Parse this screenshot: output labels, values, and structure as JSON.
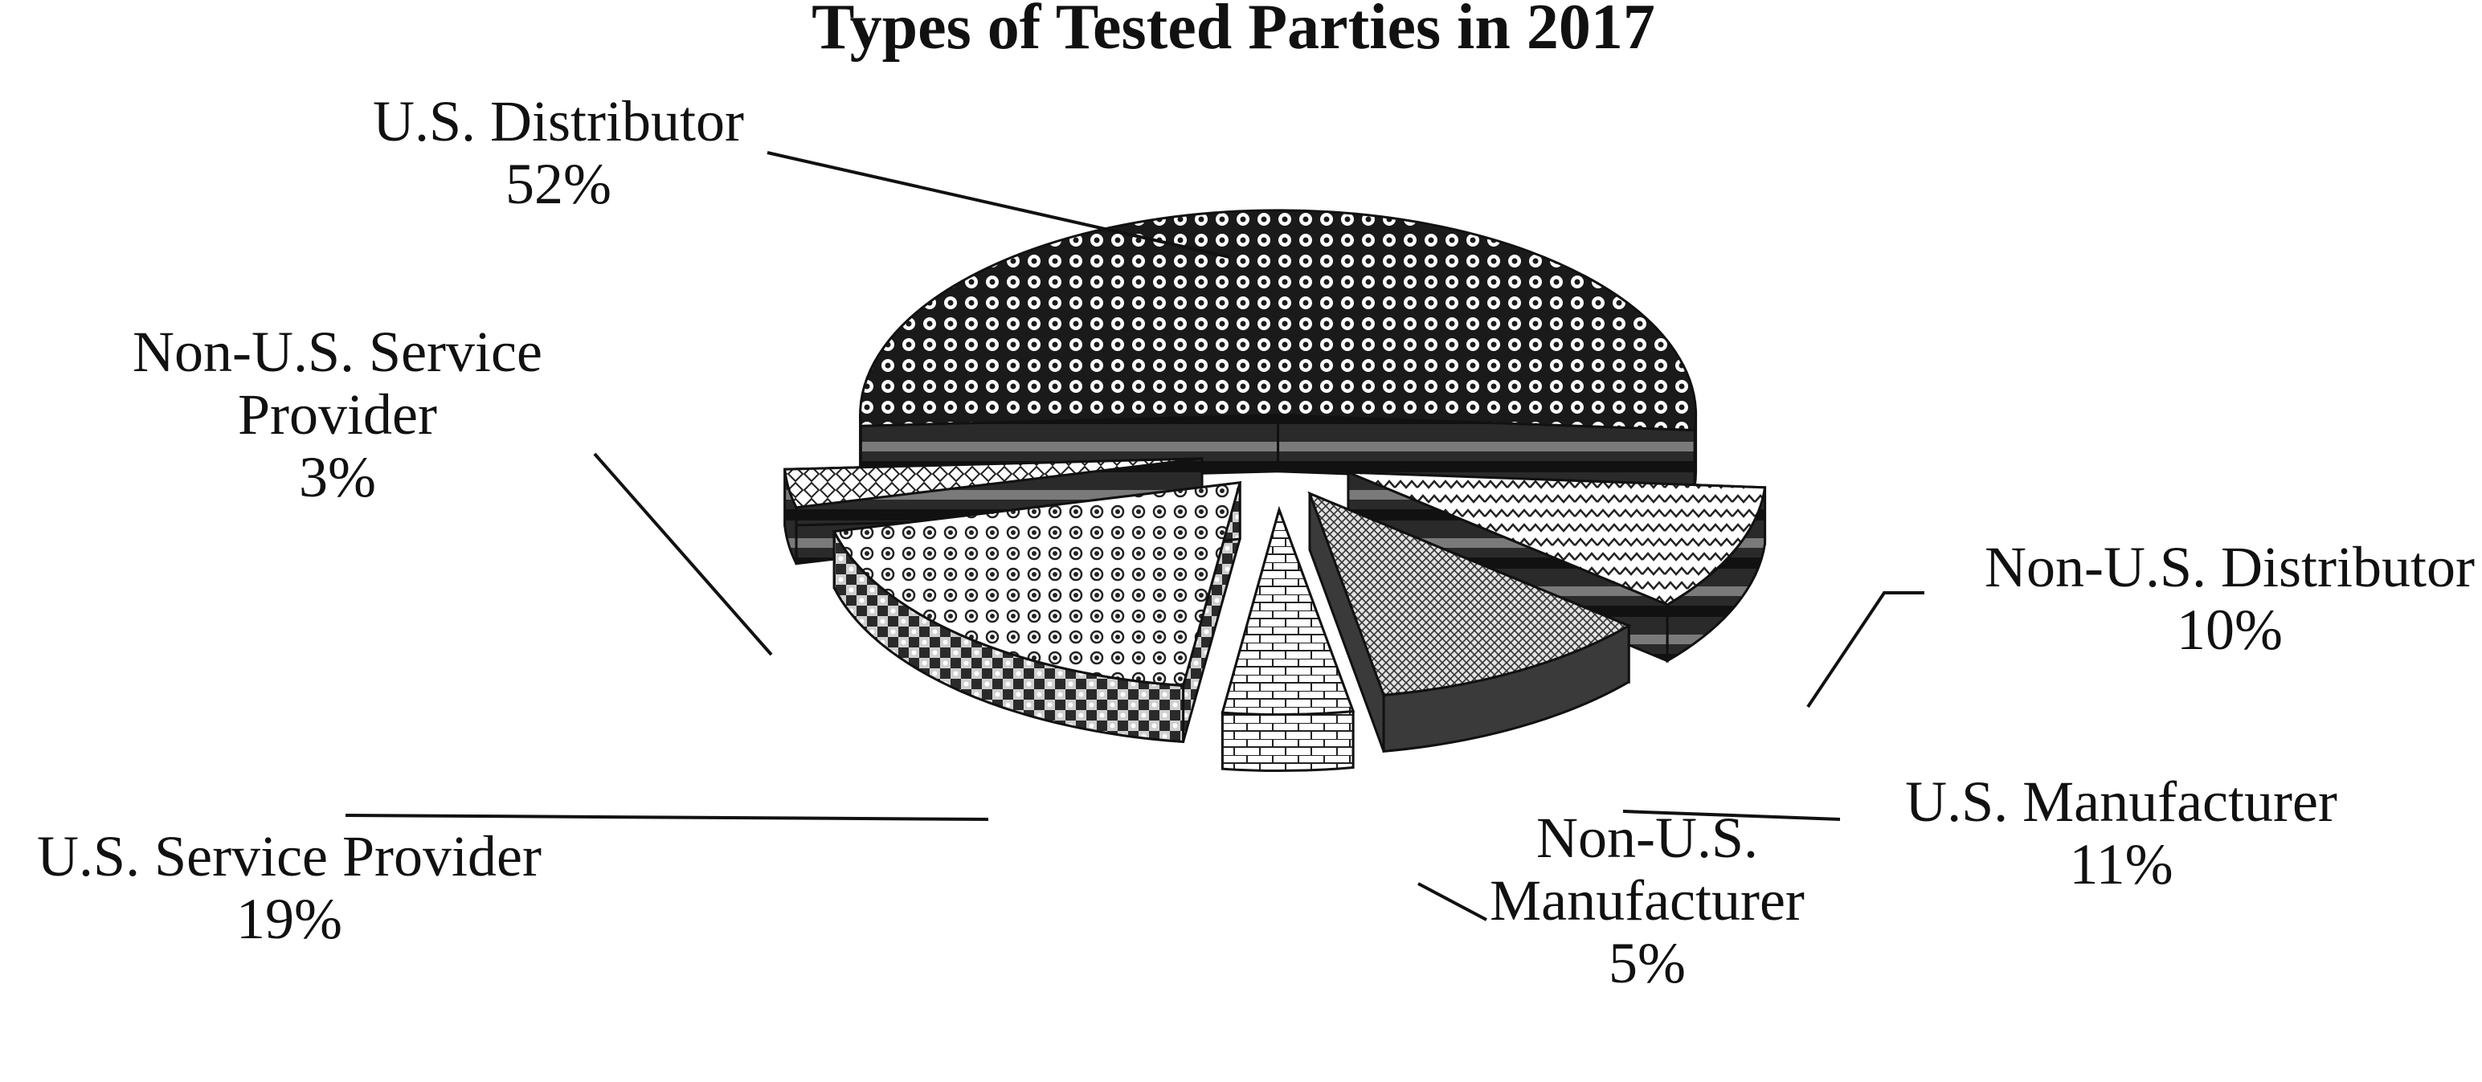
{
  "chart_data": {
    "type": "pie",
    "title": "Types of Tested Parties in 2017",
    "slices": [
      {
        "name": "U.S. Distributor",
        "value_label": "52%",
        "value": 52
      },
      {
        "name": "Non-U.S. Distributor",
        "value_label": "10%",
        "value": 10
      },
      {
        "name": "U.S. Manufacturer",
        "value_label": "11%",
        "value": 11
      },
      {
        "name": "Non-U.S. Manufacturer",
        "value_label": "5%",
        "value": 5
      },
      {
        "name": "U.S. Service Provider",
        "value_label": "19%",
        "value": 19
      },
      {
        "name": "Non-U.S. Service Provider",
        "value_label": "3%",
        "value": 3
      }
    ],
    "label_lines": [
      [
        "U.S. Distributor"
      ],
      [
        "Non-U.S. Distributor"
      ],
      [
        "U.S. Manufacturer"
      ],
      [
        "Non-U.S.",
        "Manufacturer"
      ],
      [
        "U.S. Service Provider"
      ],
      [
        "Non-U.S. Service",
        "Provider"
      ]
    ],
    "style": "3d-exploded",
    "legend": "none",
    "colors": {
      "ink": "#111111",
      "dark": "#2a2a2a",
      "mid": "#7a7a7a",
      "light": "#ffffff"
    }
  }
}
